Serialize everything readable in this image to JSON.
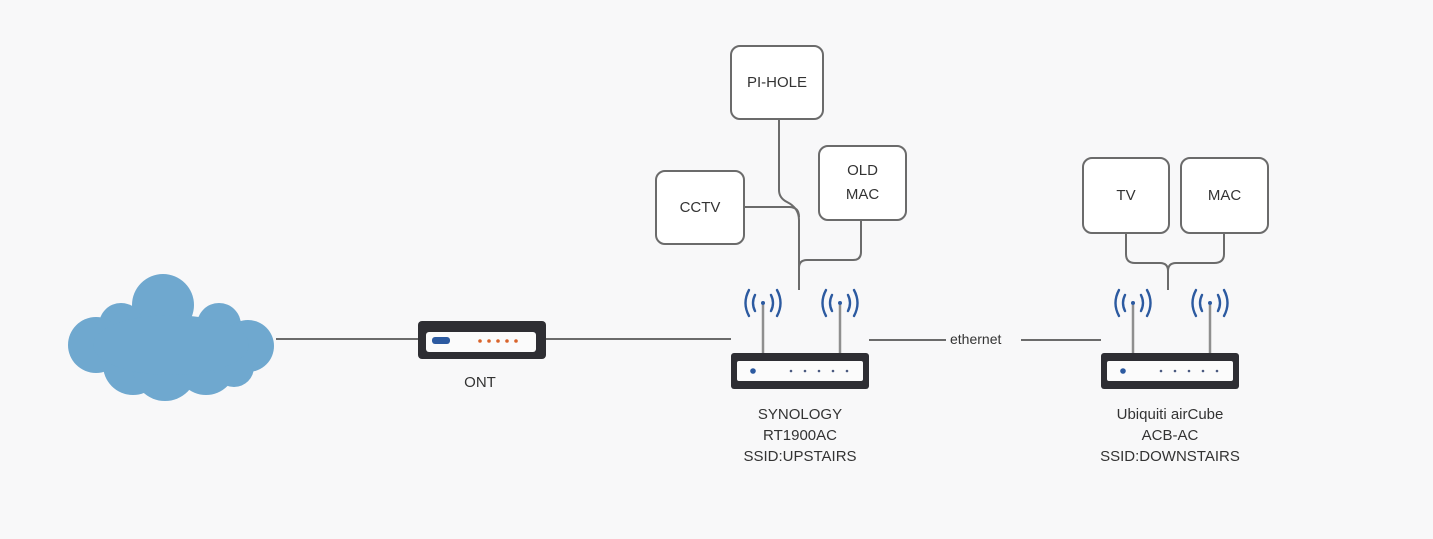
{
  "nodes": {
    "pihole": "PI-HOLE",
    "cctv": "CCTV",
    "oldmac": "OLD\nMAC",
    "tv": "TV",
    "mac": "MAC"
  },
  "labels": {
    "ont": "ONT",
    "router1": "SYNOLOGY\nRT1900AC\nSSID:UPSTAIRS",
    "router2": "Ubiquiti  airCube\nACB-AC\nSSID:DOWNSTAIRS",
    "ethernet": "ethernet"
  },
  "icons": {
    "cloud": "cloud-icon",
    "ont": "modem-icon",
    "router": "wireless-router-icon",
    "wifi": "wifi-signal-icon"
  },
  "colors": {
    "cloud": "#6fa8cf",
    "wifi": "#2c5aa0",
    "device_body": "#2e2e33",
    "ont_accent": "#d9642b"
  }
}
